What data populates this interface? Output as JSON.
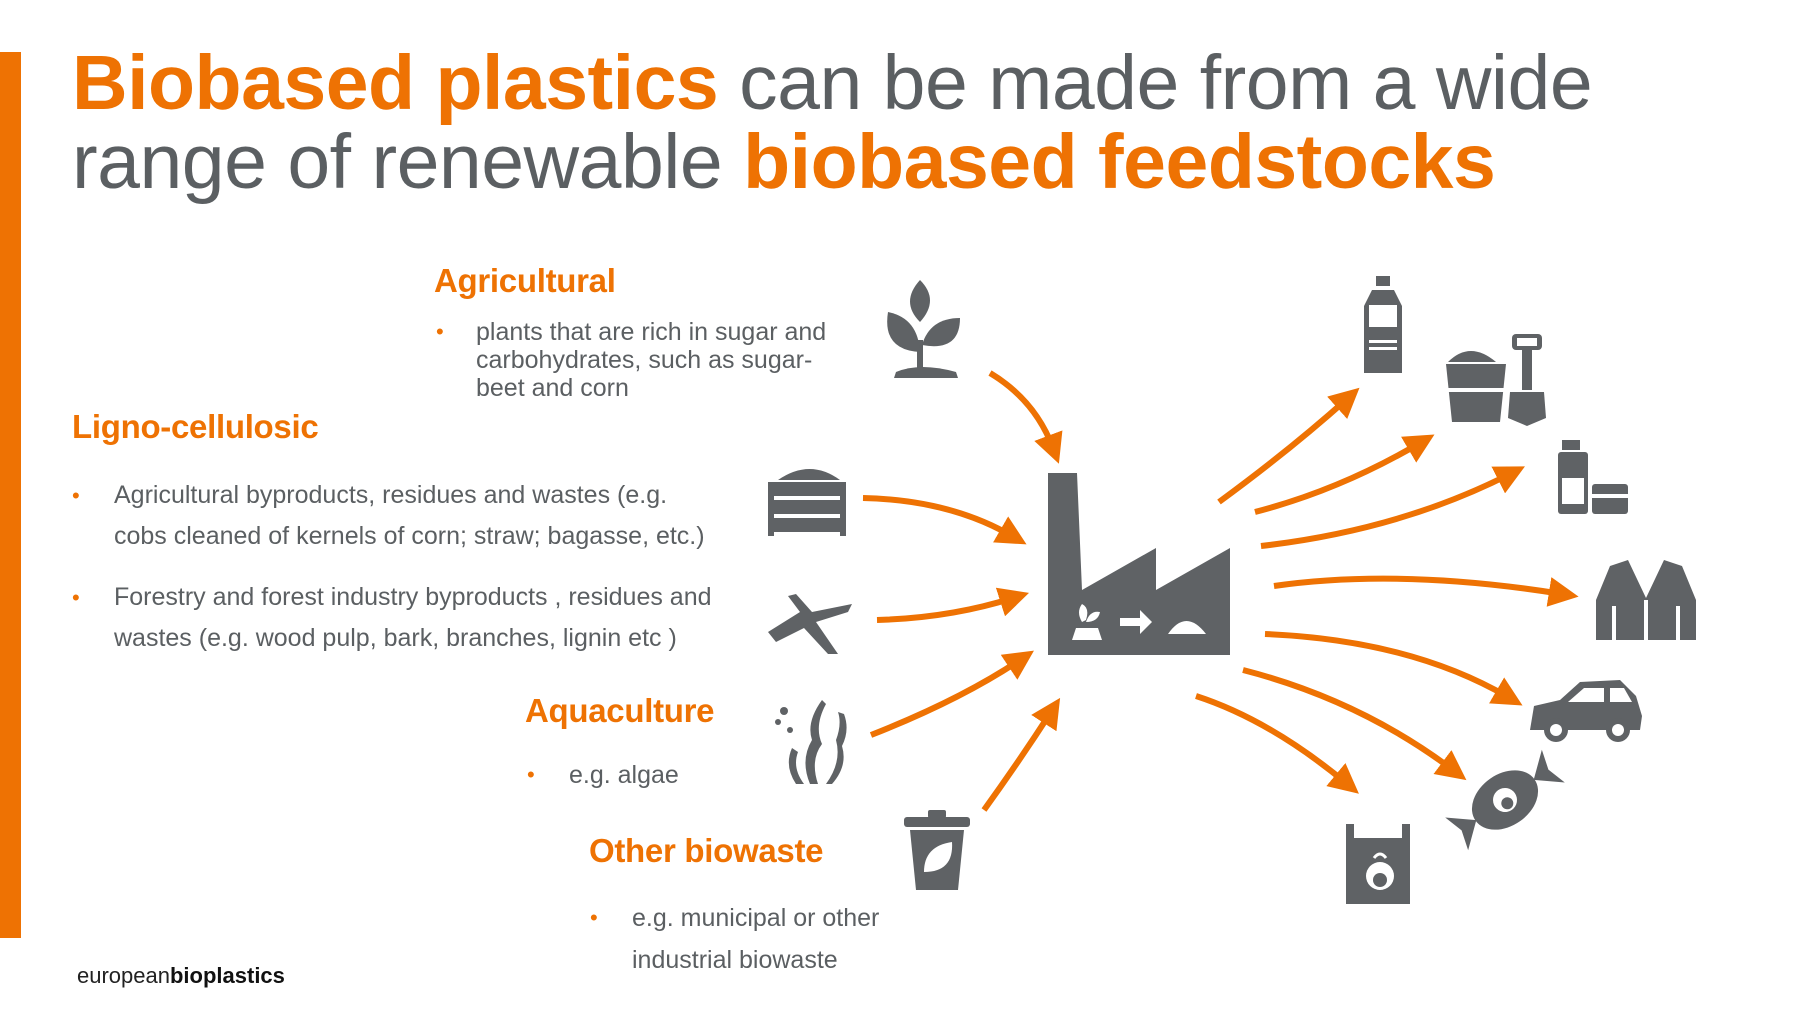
{
  "title": {
    "part1_highlight": "Biobased plastics",
    "part2": " can be made from a wide",
    "part3": "range of renewable ",
    "part4_highlight": "biobased feedstocks"
  },
  "sections": {
    "agricultural": {
      "heading": "Agricultural",
      "bullets": [
        "plants that are rich in sugar and",
        "carbohydrates, such as sugar-",
        "beet and corn"
      ]
    },
    "ligno": {
      "heading": "Ligno-cellulosic",
      "bullet1": [
        "Agricultural byproducts, residues and wastes (e.g.",
        "cobs cleaned of kernels of corn; straw; bagasse, etc.)"
      ],
      "bullet2": [
        "Forestry and forest industry byproducts , residues and",
        "wastes (e.g. wood pulp, bark, branches, lignin etc )"
      ]
    },
    "aquaculture": {
      "heading": "Aquaculture",
      "bullets": [
        "e.g. algae"
      ]
    },
    "biowaste": {
      "heading": "Other biowaste",
      "bullets": [
        "e.g. municipal or other",
        "industrial biowaste"
      ]
    }
  },
  "bullet_symbol": "•",
  "logo": {
    "regular": "european",
    "bold": "bioplastics"
  },
  "icons": {
    "inputs": [
      "plant-sprout-icon",
      "crate-icon",
      "branch-icon",
      "seaweed-icon",
      "compost-bin-icon"
    ],
    "factory": "factory-icon",
    "outputs": [
      "bottle-icon",
      "bucket-shovel-icon",
      "cosmetics-icon",
      "jacket-icon",
      "car-icon",
      "candy-wrapper-icon",
      "shopping-bag-icon"
    ]
  },
  "colors": {
    "accent": "#ee7203",
    "text": "#5b5f62",
    "icon": "#5f6265"
  }
}
